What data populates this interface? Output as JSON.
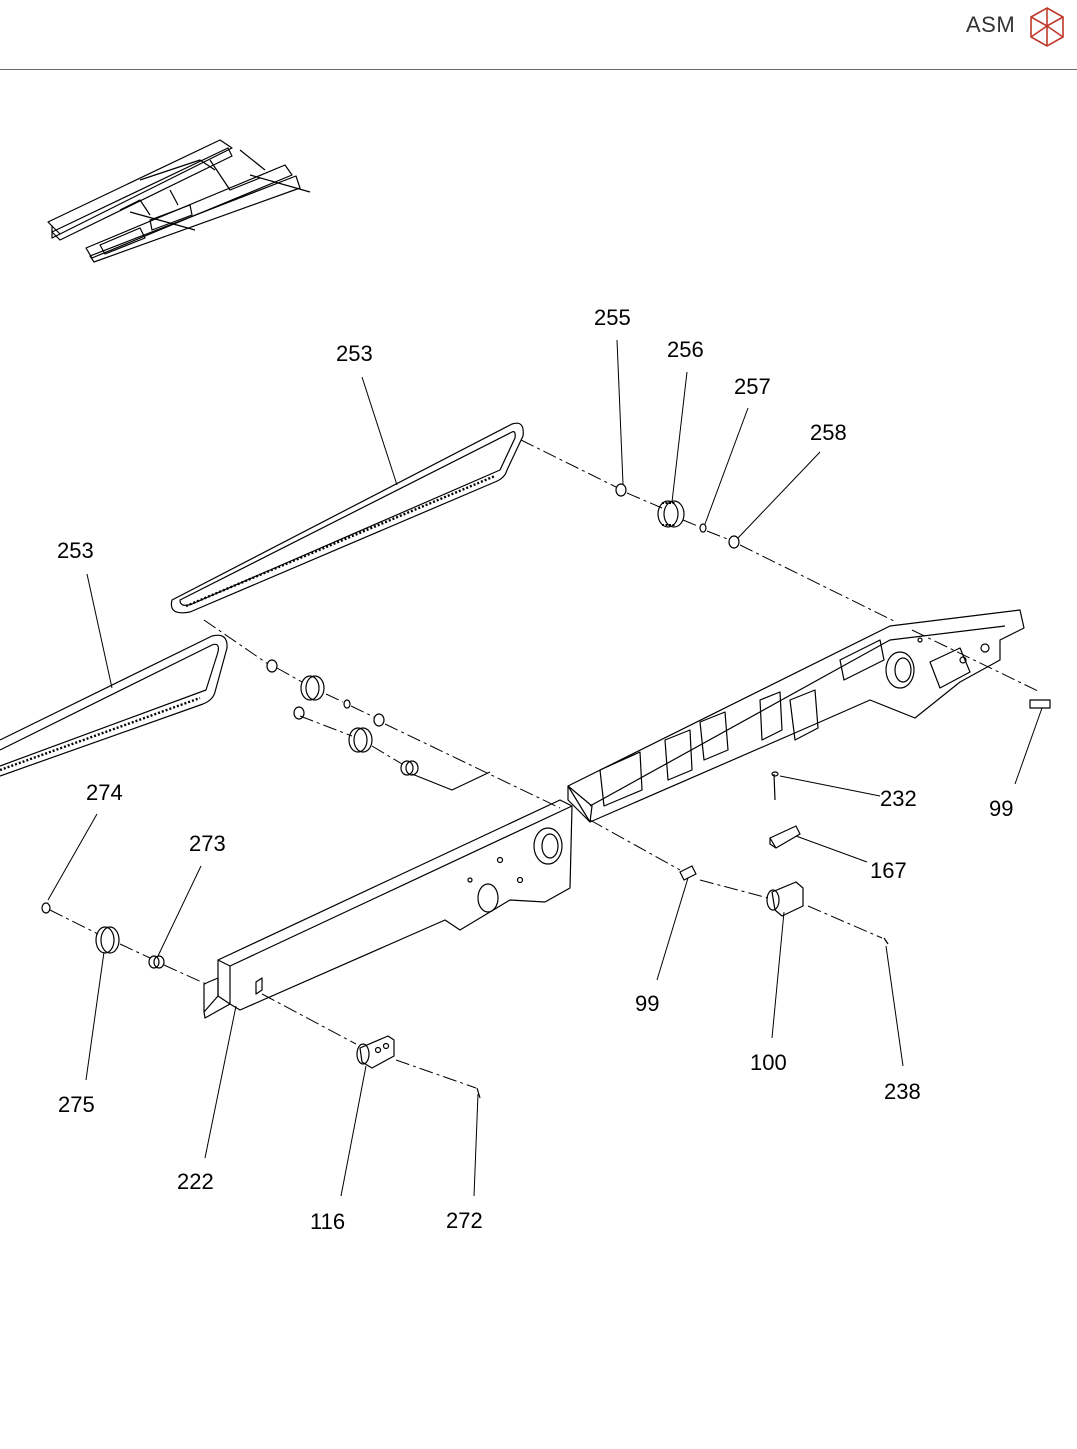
{
  "header": {
    "brand_name": "ASM",
    "logo_icon": "asm-hexagon-logo-icon",
    "brand_color": "#c0392b"
  },
  "callouts": [
    {
      "id": "c255",
      "label": "255"
    },
    {
      "id": "c256",
      "label": "256"
    },
    {
      "id": "c257",
      "label": "257"
    },
    {
      "id": "c258",
      "label": "258"
    },
    {
      "id": "c253a",
      "label": "253"
    },
    {
      "id": "c253b",
      "label": "253"
    },
    {
      "id": "c274",
      "label": "274"
    },
    {
      "id": "c273",
      "label": "273"
    },
    {
      "id": "c275",
      "label": "275"
    },
    {
      "id": "c222",
      "label": "222"
    },
    {
      "id": "c116",
      "label": "116"
    },
    {
      "id": "c272",
      "label": "272"
    },
    {
      "id": "c232",
      "label": "232"
    },
    {
      "id": "c99a",
      "label": "99"
    },
    {
      "id": "c167",
      "label": "167"
    },
    {
      "id": "c99b",
      "label": "99"
    },
    {
      "id": "c100",
      "label": "100"
    },
    {
      "id": "c238",
      "label": "238"
    }
  ]
}
